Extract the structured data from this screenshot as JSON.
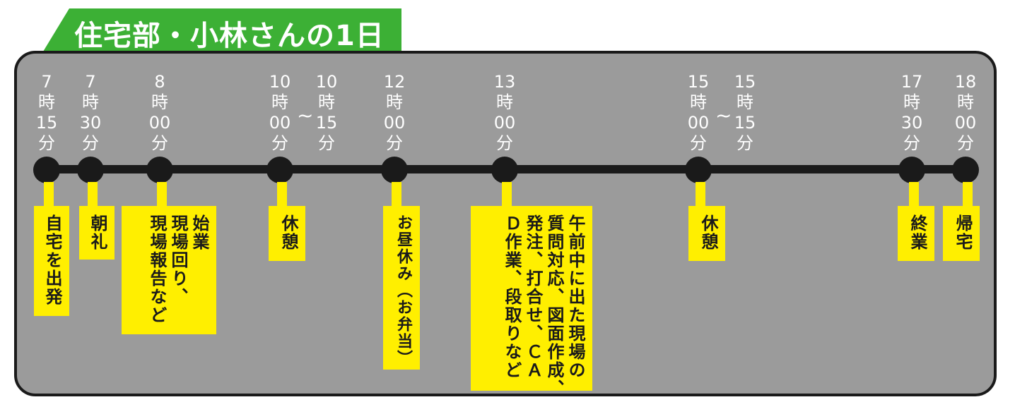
{
  "title": "住宅部・小林さんの1日",
  "tilde": "~",
  "times": [
    {
      "h": "7",
      "ji": "時",
      "m": "15",
      "fun": "分"
    },
    {
      "h": "7",
      "ji": "時",
      "m": "30",
      "fun": "分"
    },
    {
      "h": "8",
      "ji": "時",
      "m": "00",
      "fun": "分"
    },
    {
      "h": "10",
      "ji": "時",
      "m": "00",
      "fun": "分"
    },
    {
      "h": "10",
      "ji": "時",
      "m": "15",
      "fun": "分"
    },
    {
      "h": "12",
      "ji": "時",
      "m": "00",
      "fun": "分"
    },
    {
      "h": "13",
      "ji": "時",
      "m": "00",
      "fun": "分"
    },
    {
      "h": "15",
      "ji": "時",
      "m": "00",
      "fun": "分"
    },
    {
      "h": "15",
      "ji": "時",
      "m": "15",
      "fun": "分"
    },
    {
      "h": "17",
      "ji": "時",
      "m": "30",
      "fun": "分"
    },
    {
      "h": "18",
      "ji": "時",
      "m": "00",
      "fun": "分"
    }
  ],
  "events": [
    "自宅を出発",
    "朝礼",
    "始業\n現場回り、\n現場報告など",
    "休憩",
    "お昼休み（お弁当）",
    "午前中に出た現場の\n質問対応、図面作成、\n発注、打合せ、ＣＡ\nＤ作業、段取りなど",
    "休憩",
    "終業",
    "帰宅"
  ],
  "colors": {
    "panel": "#9b9b9b",
    "title_bg": "#3cb035",
    "label_bg": "#ffef00",
    "line": "#1a1a1a"
  }
}
